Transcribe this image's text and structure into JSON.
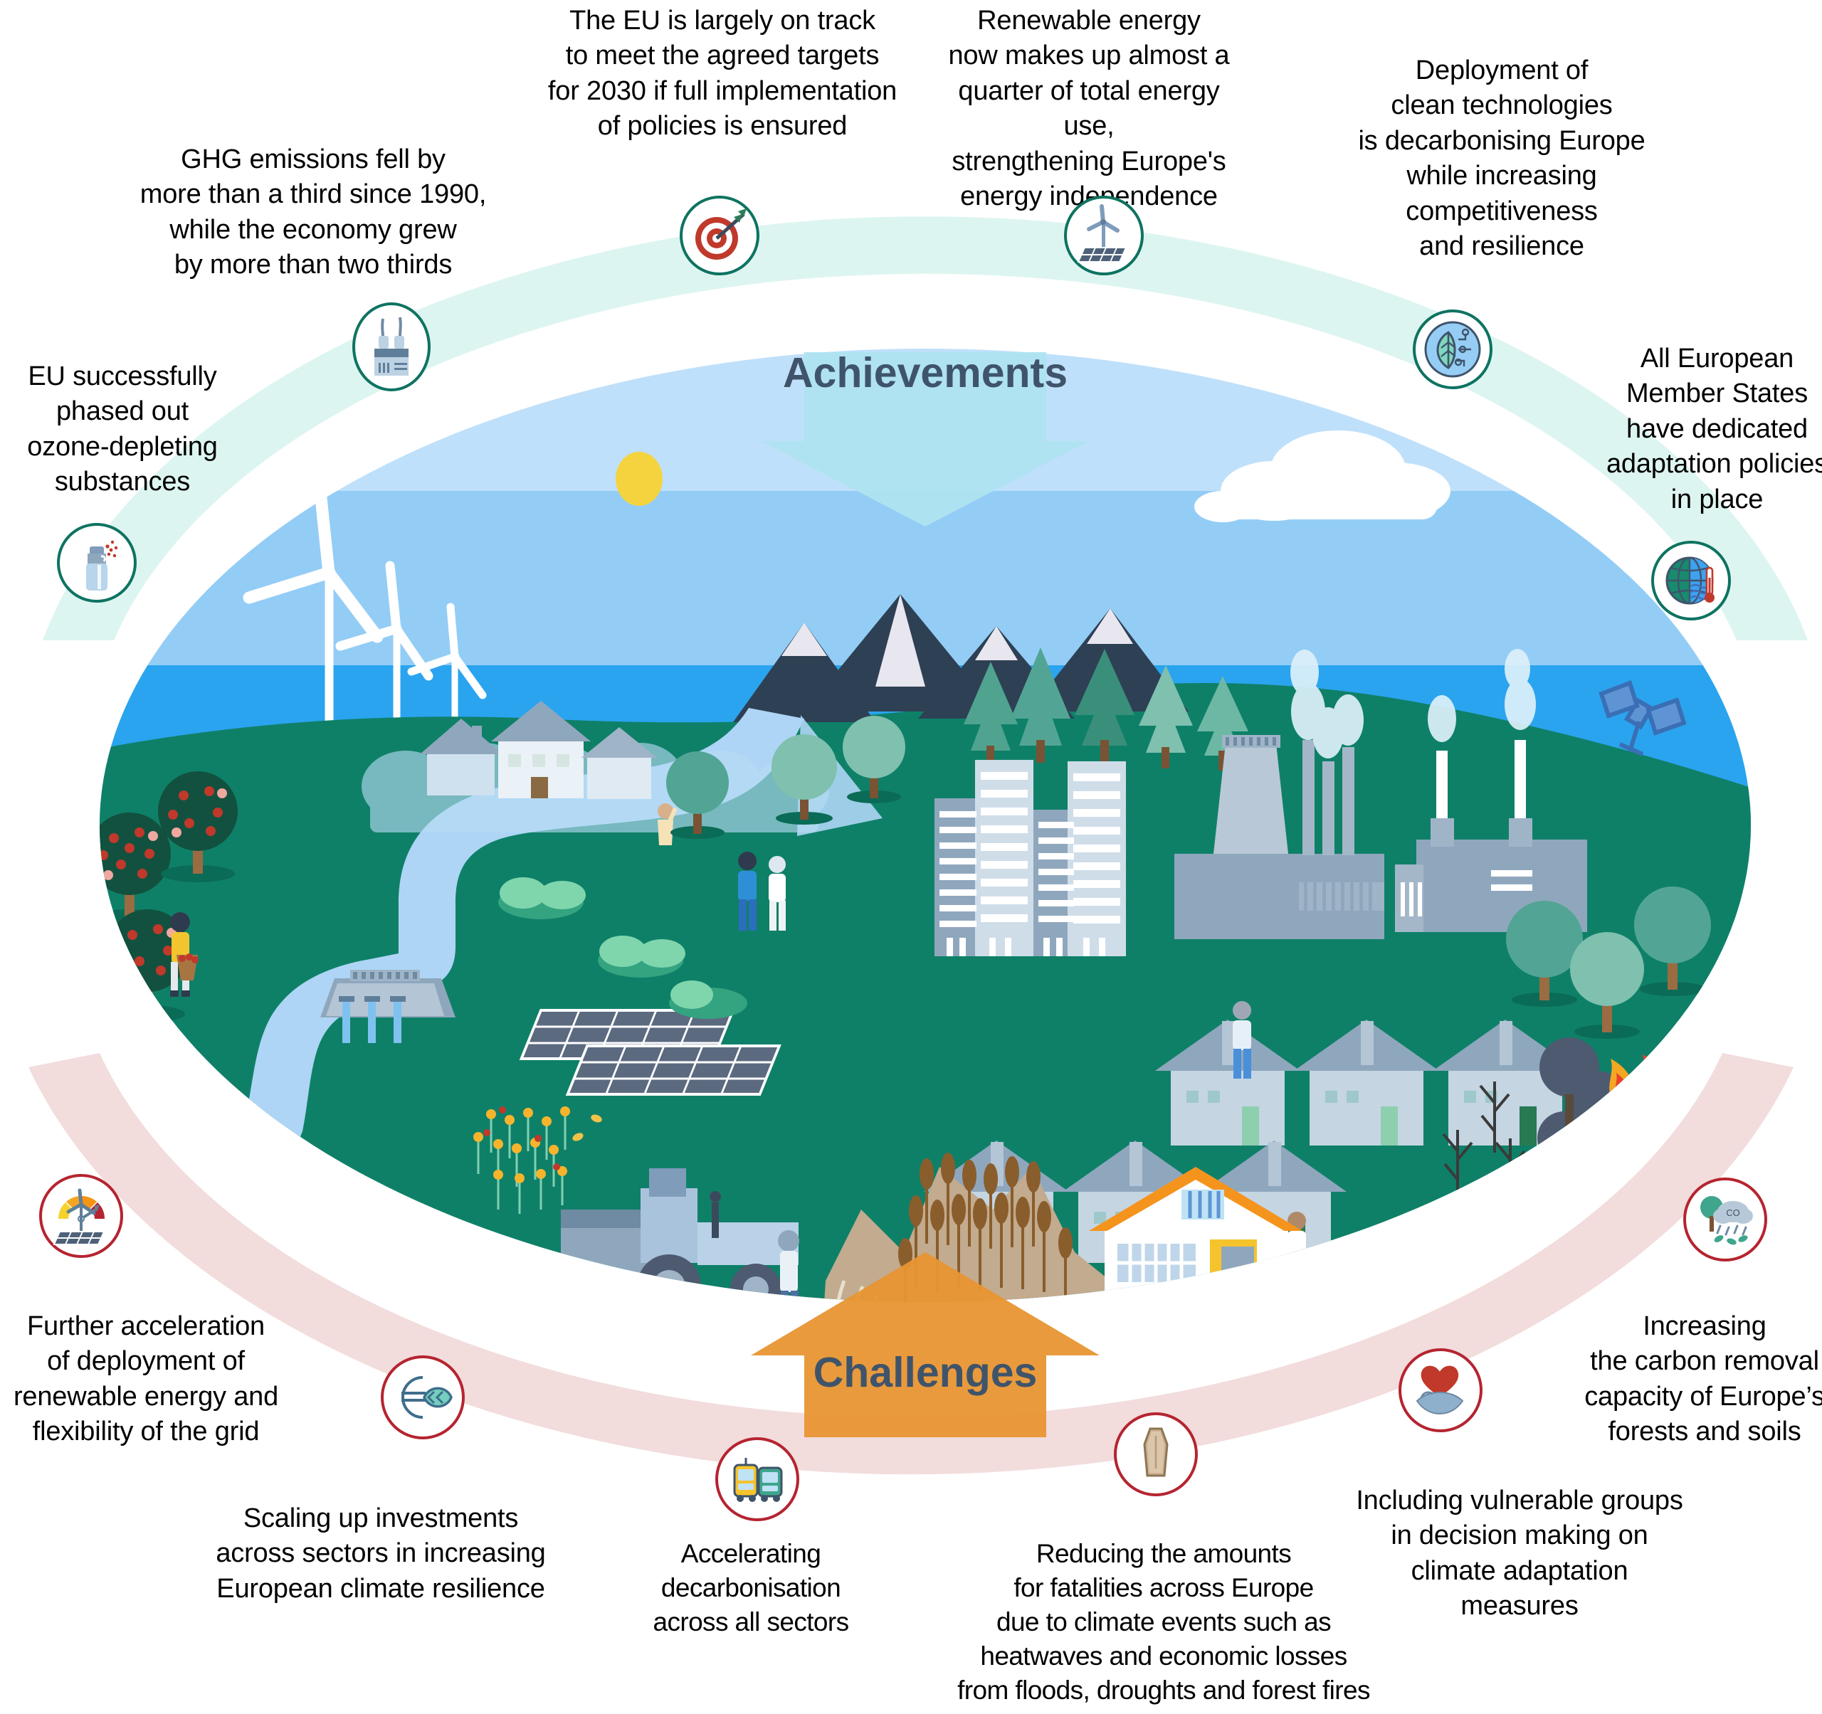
{
  "headings": {
    "achievements": "Achievements",
    "challenges": "Challenges"
  },
  "colors": {
    "achievement_ring": "#0e7361",
    "challenge_ring": "#b52430",
    "achievement_band": "#ddf5f0",
    "challenge_band": "#f2dcdc",
    "heading_text": "#3f546a",
    "sky_upper": "#bfe0fa",
    "sky_lower": "#93cdf6",
    "sea": "#2aa4ef",
    "land": "#0f8068",
    "sand": "#f9a81a",
    "arrow_down": "#aee3f0",
    "arrow_up": "#e89533"
  },
  "achievements": [
    {
      "id": "ozone",
      "text": "EU successfully\nphased out\nozone-depleting\nsubstances",
      "icon": "gas-cylinder-icon"
    },
    {
      "id": "ghg",
      "text": "GHG emissions fell by\nmore than a third since 1990,\nwhile the economy  grew\nby more than two thirds",
      "icon": "factory-emissions-icon"
    },
    {
      "id": "targets",
      "text": "The EU is largely on track\nto meet the agreed targets\nfor 2030 if full implementation\nof policies is ensured",
      "icon": "target-dart-icon"
    },
    {
      "id": "renewables",
      "text": "Renewable energy\nnow makes up almost a\nquarter of total energy use,\nstrengthening Europe's\nenergy independence",
      "icon": "wind-solar-icon"
    },
    {
      "id": "cleantech",
      "text": "Deployment of\nclean technologies\nis decarbonising Europe\nwhile increasing\ncompetitiveness\nand resilience",
      "icon": "leaf-circuit-icon"
    },
    {
      "id": "adaptation",
      "text": "All European\nMember States\nhave dedicated\nadaptation policies\nin place",
      "icon": "globe-thermometer-icon"
    }
  ],
  "challenges": [
    {
      "id": "renewable-grid",
      "text": "Further acceleration\nof deployment of\nrenewable energy and\nflexibility of the grid",
      "icon": "gauge-wind-solar-icon"
    },
    {
      "id": "investments",
      "text": "Scaling up investments\nacross sectors in increasing\nEuropean climate resilience",
      "icon": "euro-leaf-icon"
    },
    {
      "id": "decarbonisation",
      "text": "Accelerating\ndecarbonisation\nacross all sectors",
      "icon": "tram-bus-icon"
    },
    {
      "id": "fatalities",
      "text": "Reducing the amounts\nfor fatalities across Europe\ndue to climate events such as\nheatwaves and economic losses\nfrom floods, droughts and forest fires",
      "icon": "coffin-icon"
    },
    {
      "id": "vulnerable-groups",
      "text": "Including vulnerable groups\nin decision making on\nclimate adaptation\nmeasures",
      "icon": "heart-hand-icon"
    },
    {
      "id": "carbon-removal",
      "text": "Increasing\nthe carbon removal\ncapacity of Europe’s\nforests and soils",
      "icon": "tree-co2-cloud-icon"
    }
  ],
  "scene": {
    "elements": [
      "sun",
      "cloud",
      "offshore-wind-turbines",
      "sea",
      "mountains",
      "conifer-forest",
      "village-houses",
      "river",
      "hydro-dam",
      "orchard-trees",
      "fruit-picker",
      "solar-farm",
      "flower-meadow",
      "office-towers",
      "cooling-tower-power-plant",
      "industrial-factory",
      "suburban-houses",
      "wildfire-forest",
      "deforested-trees",
      "tractor",
      "drought-cracked-field",
      "wheat-field",
      "farm-barn",
      "people",
      "satellite",
      "flood-water"
    ]
  }
}
